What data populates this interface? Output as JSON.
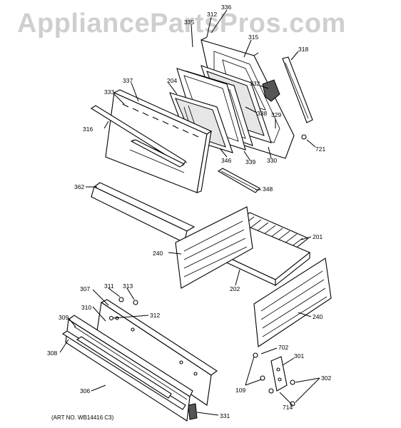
{
  "watermark": "AppliancePartsPros.com",
  "art_number": "(ART NO. WB14416 C3)",
  "labels": {
    "p336": "336",
    "p312a": "312",
    "p315": "315",
    "p318": "318",
    "p335": "335",
    "p337": "337",
    "p333": "333",
    "p204": "204",
    "p332": "332",
    "p338": "338",
    "p329": "329",
    "p316": "316",
    "p721": "721",
    "p346": "346",
    "p339": "339",
    "p330": "330",
    "p362": "362",
    "p348": "348",
    "p201": "201",
    "p240a": "240",
    "p202": "202",
    "p311": "311",
    "p313": "313",
    "p307": "307",
    "p312b": "312",
    "p310": "310",
    "p309": "309",
    "p240b": "240",
    "p308": "308",
    "p702": "702",
    "p301": "301",
    "p302": "302",
    "p306": "306",
    "p109": "109",
    "p714": "714",
    "p331": "331"
  }
}
